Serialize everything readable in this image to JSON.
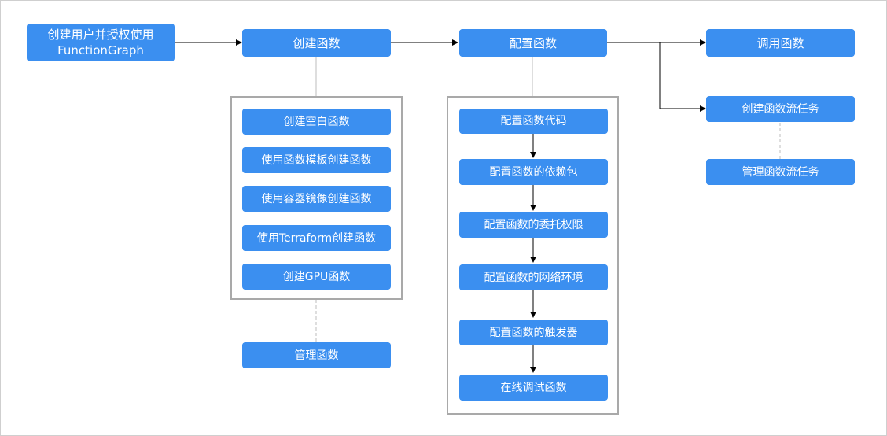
{
  "colors": {
    "box_fill": "#3b8ff0",
    "box_text": "#ffffff",
    "line": "#000000",
    "connector": "#bdbdbd",
    "group_border": "#a9a9a9"
  },
  "nodes": {
    "authorize": "创建用户并授权使用\nFunctionGraph",
    "create": "创建函数",
    "configure": "配置函数",
    "invoke": "调用函数",
    "create_flow": "创建函数流任务",
    "manage_flow": "管理函数流任务",
    "manage_function": "管理函数"
  },
  "create_options": [
    "创建空白函数",
    "使用函数模板创建函数",
    "使用容器镜像创建函数",
    "使用Terraform创建函数",
    "创建GPU函数"
  ],
  "config_steps": [
    "配置函数代码",
    "配置函数的依赖包",
    "配置函数的委托权限",
    "配置函数的网络环境",
    "配置函数的触发器",
    "在线调试函数"
  ]
}
